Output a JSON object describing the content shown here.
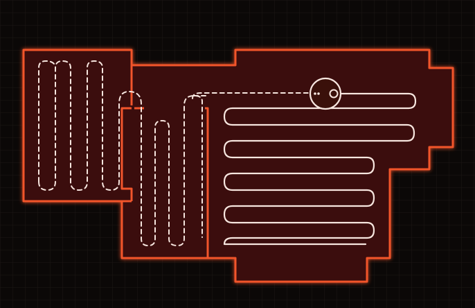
{
  "colors": {
    "background": "#0b0807",
    "grid_line": "#1f1816",
    "room_fill": "#3a100a",
    "room_outline": "#f2552c",
    "wall_line": "#f2552c",
    "robot_path_done": "#f7e6df",
    "robot_path_planned": "#f7e6df",
    "robot_body": "#f7e6df"
  },
  "icons": {
    "robot": "robot-vacuum-icon"
  },
  "rooms": [
    {
      "name": "room-left",
      "status": "planned"
    },
    {
      "name": "room-middle",
      "status": "planned"
    },
    {
      "name": "room-right",
      "status": "cleaned"
    }
  ],
  "legend": {}
}
